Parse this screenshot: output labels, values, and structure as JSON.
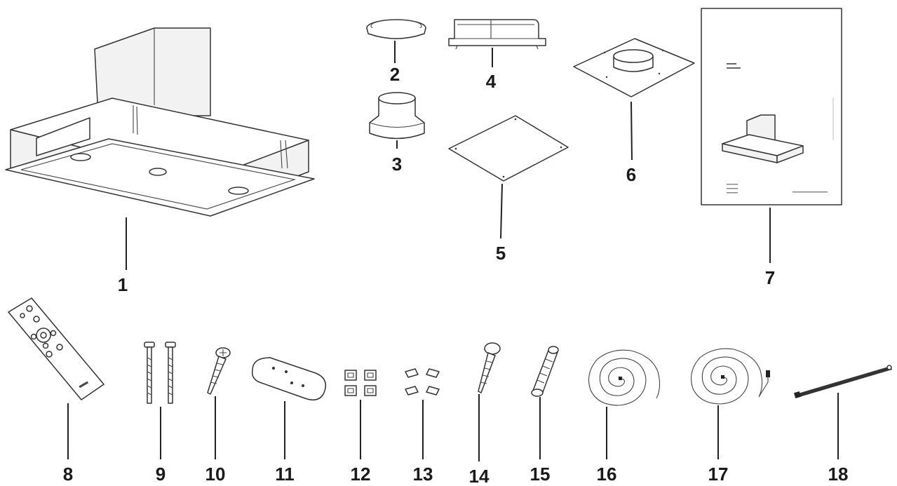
{
  "diagram": {
    "parts": [
      {
        "number": "1",
        "icon": "cooker-hood-body-icon"
      },
      {
        "number": "2",
        "icon": "flange-ring-icon"
      },
      {
        "number": "3",
        "icon": "reducer-adapter-icon"
      },
      {
        "number": "4",
        "icon": "mounting-bracket-icon"
      },
      {
        "number": "5",
        "icon": "cover-plate-icon"
      },
      {
        "number": "6",
        "icon": "ceiling-plate-with-collar-icon"
      },
      {
        "number": "7",
        "icon": "instruction-manual-icon"
      },
      {
        "number": "8",
        "icon": "remote-control-icon"
      },
      {
        "number": "9",
        "icon": "long-bolts-icon"
      },
      {
        "number": "10",
        "icon": "screw-icon"
      },
      {
        "number": "11",
        "icon": "mounting-plate-icon"
      },
      {
        "number": "12",
        "icon": "square-clips-icon"
      },
      {
        "number": "13",
        "icon": "nuts-icon"
      },
      {
        "number": "14",
        "icon": "wood-screw-icon"
      },
      {
        "number": "15",
        "icon": "wall-plug-icon"
      },
      {
        "number": "16",
        "icon": "coiled-cable-icon"
      },
      {
        "number": "17",
        "icon": "coiled-cable-with-plug-icon"
      },
      {
        "number": "18",
        "icon": "cable-tie-icon"
      }
    ]
  }
}
